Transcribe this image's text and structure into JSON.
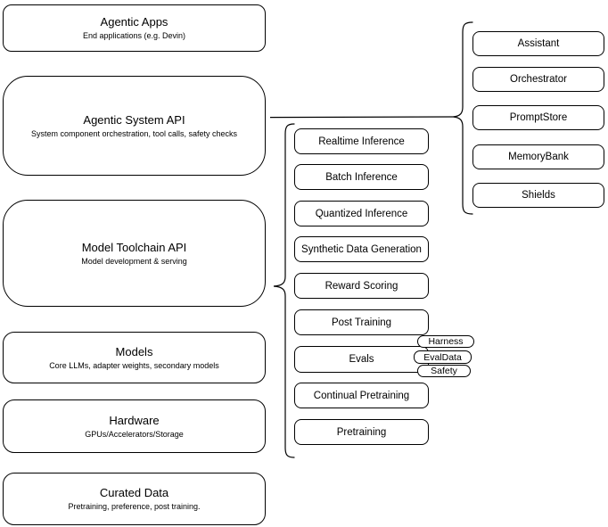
{
  "colors": {
    "stroke": "#000000",
    "background": "#ffffff",
    "text": "#000000"
  },
  "left_column": [
    {
      "title": "Agentic Apps",
      "subtitle": "End applications (e.g. Devin)"
    },
    {
      "title": "Agentic System API",
      "subtitle": "System component orchestration, tool calls, safety checks"
    },
    {
      "title": "Model Toolchain API",
      "subtitle": "Model development & serving"
    },
    {
      "title": "Models",
      "subtitle": "Core LLMs, adapter weights, secondary models"
    },
    {
      "title": "Hardware",
      "subtitle": "GPUs/Accelerators/Storage"
    },
    {
      "title": "Curated Data",
      "subtitle": "Pretraining, preference, post training."
    }
  ],
  "toolchain_services": [
    "Realtime Inference",
    "Batch Inference",
    "Quantized Inference",
    "Synthetic Data Generation",
    "Reward Scoring",
    "Post Training",
    "Evals",
    "Continual Pretraining",
    "Pretraining"
  ],
  "evals_components": [
    "Harness",
    "EvalData",
    "Safety"
  ],
  "system_components": [
    "Assistant",
    "Orchestrator",
    "PromptStore",
    "MemoryBank",
    "Shields"
  ]
}
